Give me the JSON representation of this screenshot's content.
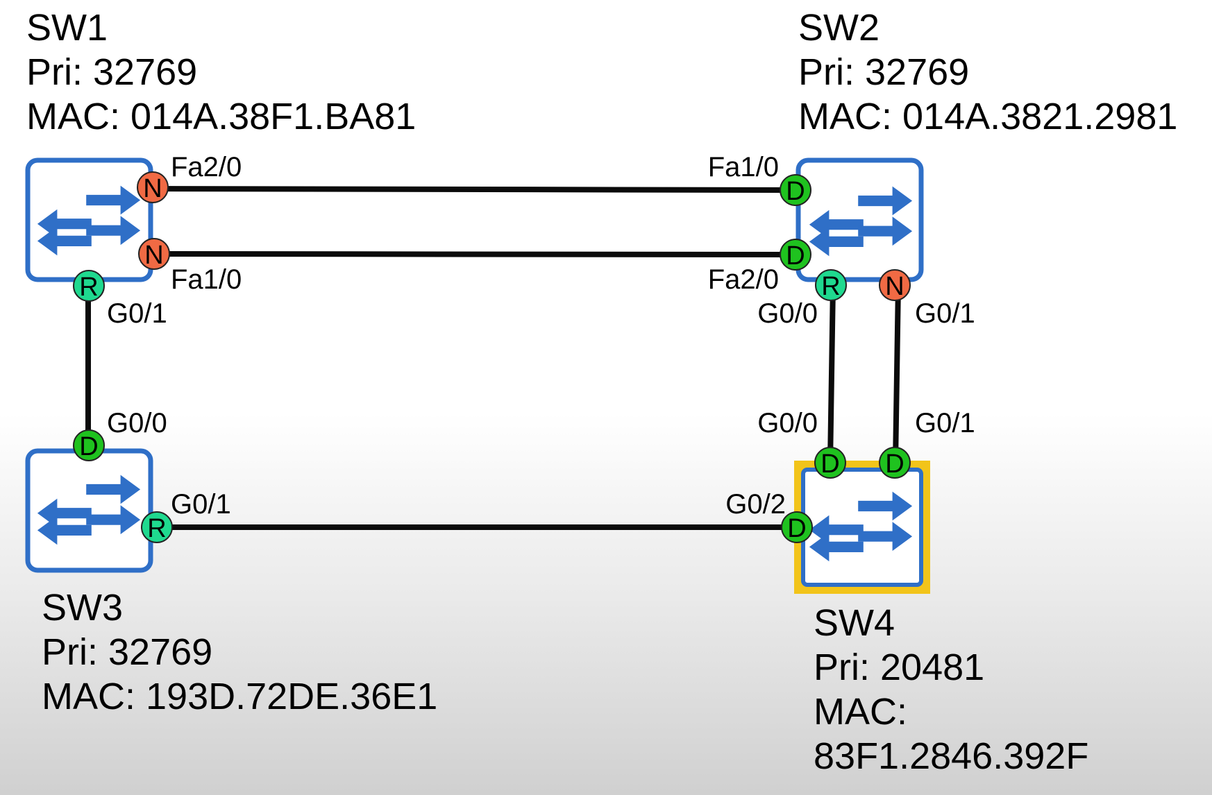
{
  "colors": {
    "switch_border": "#2f6fc7",
    "switch_arrow": "#2f6fc7",
    "root_highlight": "#f2c41a",
    "port_designated": "#1fc21f",
    "port_root": "#1fd98f",
    "port_nondesignated": "#f06a44",
    "link": "#0b0b0b"
  },
  "switches": [
    {
      "id": "sw1",
      "name": "SW1",
      "priority": "Pri: 32769",
      "mac": "MAC: 014A.38F1.BA81",
      "icon": "switch-icon"
    },
    {
      "id": "sw2",
      "name": "SW2",
      "priority": "Pri: 32769",
      "mac": "MAC: 014A.3821.2981",
      "icon": "switch-icon"
    },
    {
      "id": "sw3",
      "name": "SW3",
      "priority": "Pri: 32769",
      "mac": "MAC: 193D.72DE.36E1",
      "icon": "switch-icon"
    },
    {
      "id": "sw4",
      "name": "SW4",
      "priority": "Pri: 20481",
      "mac_label": "MAC:",
      "mac_value": "83F1.2846.392F",
      "icon": "switch-icon",
      "root_bridge": true
    }
  ],
  "ports": [
    {
      "id": "sw1-fa2-0",
      "switch": "SW1",
      "name": "Fa2/0",
      "role": "N"
    },
    {
      "id": "sw1-fa1-0",
      "switch": "SW1",
      "name": "Fa1/0",
      "role": "N"
    },
    {
      "id": "sw1-g0-1",
      "switch": "SW1",
      "name": "G0/1",
      "role": "R"
    },
    {
      "id": "sw2-fa1-0",
      "switch": "SW2",
      "name": "Fa1/0",
      "role": "D"
    },
    {
      "id": "sw2-fa2-0",
      "switch": "SW2",
      "name": "Fa2/0",
      "role": "D"
    },
    {
      "id": "sw2-g0-0",
      "switch": "SW2",
      "name": "G0/0",
      "role": "R"
    },
    {
      "id": "sw2-g0-1",
      "switch": "SW2",
      "name": "G0/1",
      "role": "N"
    },
    {
      "id": "sw3-g0-0",
      "switch": "SW3",
      "name": "G0/0",
      "role": "D"
    },
    {
      "id": "sw3-g0-1",
      "switch": "SW3",
      "name": "G0/1",
      "role": "R"
    },
    {
      "id": "sw4-g0-0",
      "switch": "SW4",
      "name": "G0/0",
      "role": "D"
    },
    {
      "id": "sw4-g0-1",
      "switch": "SW4",
      "name": "G0/1",
      "role": "D"
    },
    {
      "id": "sw4-g0-2",
      "switch": "SW4",
      "name": "G0/2",
      "role": "D"
    }
  ],
  "links": [
    {
      "from": "SW1 Fa2/0",
      "to": "SW2 Fa1/0"
    },
    {
      "from": "SW1 Fa1/0",
      "to": "SW2 Fa2/0"
    },
    {
      "from": "SW1 G0/1",
      "to": "SW3 G0/0"
    },
    {
      "from": "SW3 G0/1",
      "to": "SW4 G0/2"
    },
    {
      "from": "SW2 G0/0",
      "to": "SW4 G0/0"
    },
    {
      "from": "SW2 G0/1",
      "to": "SW4 G0/1"
    }
  ]
}
